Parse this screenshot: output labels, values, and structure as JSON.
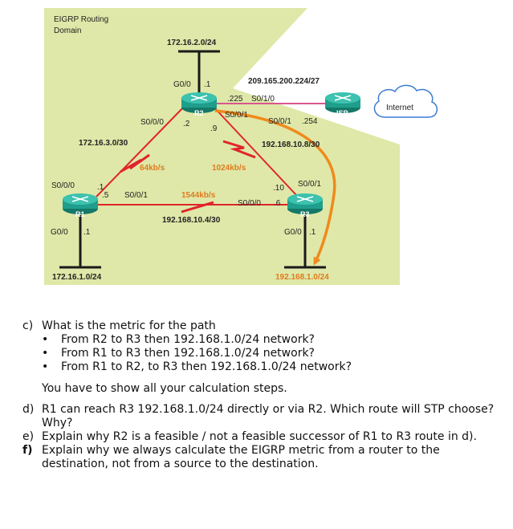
{
  "diagram": {
    "domain_label_line1": "EIGRP Routing",
    "domain_label_line2": "Domain",
    "networks": {
      "top": "172.16.2.0/24",
      "r1_r2": "172.16.3.0/30",
      "isp_link": "209.165.200.224/27",
      "r2_r3": "192.168.10.8/30",
      "r1_r3": "192.168.10.4/30",
      "r1_lan": "172.16.1.0/24",
      "r3_lan": "192.168.1.0/24"
    },
    "routers": {
      "r1": "R1",
      "r2": "R2",
      "r3": "R3",
      "isp": "ISP"
    },
    "cloud": "Internet",
    "bandwidths": {
      "r1_r2": "64kb/s",
      "r2_r3": "1024kb/s",
      "r1_r3": "1544kb/s"
    },
    "interfaces": {
      "r2_g00": "G0/0",
      "r2_g00_ip": ".1",
      "r2_s000": "S0/0/0",
      "r2_s000_ip": ".2",
      "r2_s001": "S0/0/1",
      "r2_s001_ip": ".9",
      "r2_s010": "S0/1/0",
      "r2_s010_ip": ".225",
      "isp_s001": "S0/0/1",
      "isp_s001_ip": ".254",
      "r1_s000": "S0/0/0",
      "r1_s000_ip": ".1",
      "r1_s001": "S0/0/1",
      "r1_s001_ip": ".5",
      "r1_g00": "G0/0",
      "r1_g00_ip": ".1",
      "r3_s001": "S0/0/1",
      "r3_s001_ip": ".10",
      "r3_s000": "S0/0/0",
      "r3_s000_ip": ".6",
      "r3_g00": "G0/0",
      "r3_g00_ip": ".1"
    },
    "colors": {
      "domain_fill": "#dfe8a8",
      "router": "#1f9e8c",
      "path": "#f08a1c",
      "serial": "#e0242c",
      "isp_link": "#d9568f"
    }
  },
  "questions": {
    "c": {
      "letter": "c)",
      "text": "What is the metric for the path",
      "bullets": [
        "From R2 to R3 then 192.168.1.0/24 network?",
        "From R1 to R3 then 192.168.1.0/24 network?",
        "From R1 to R2, to R3 then 192.168.1.0/24 network?"
      ],
      "note": "You have to show all your calculation steps."
    },
    "d": {
      "letter": "d)",
      "text": "R1 can reach R3 192.168.1.0/24 directly or via R2. Which route will STP choose? Why?"
    },
    "e": {
      "letter": "e)",
      "text": "Explain why R2 is a feasible / not a feasible successor of R1 to R3 route in d)."
    },
    "f": {
      "letter": "f)",
      "text": "Explain why we always calculate the EIGRP metric from a router to the destination, not from a source to the destination."
    }
  }
}
